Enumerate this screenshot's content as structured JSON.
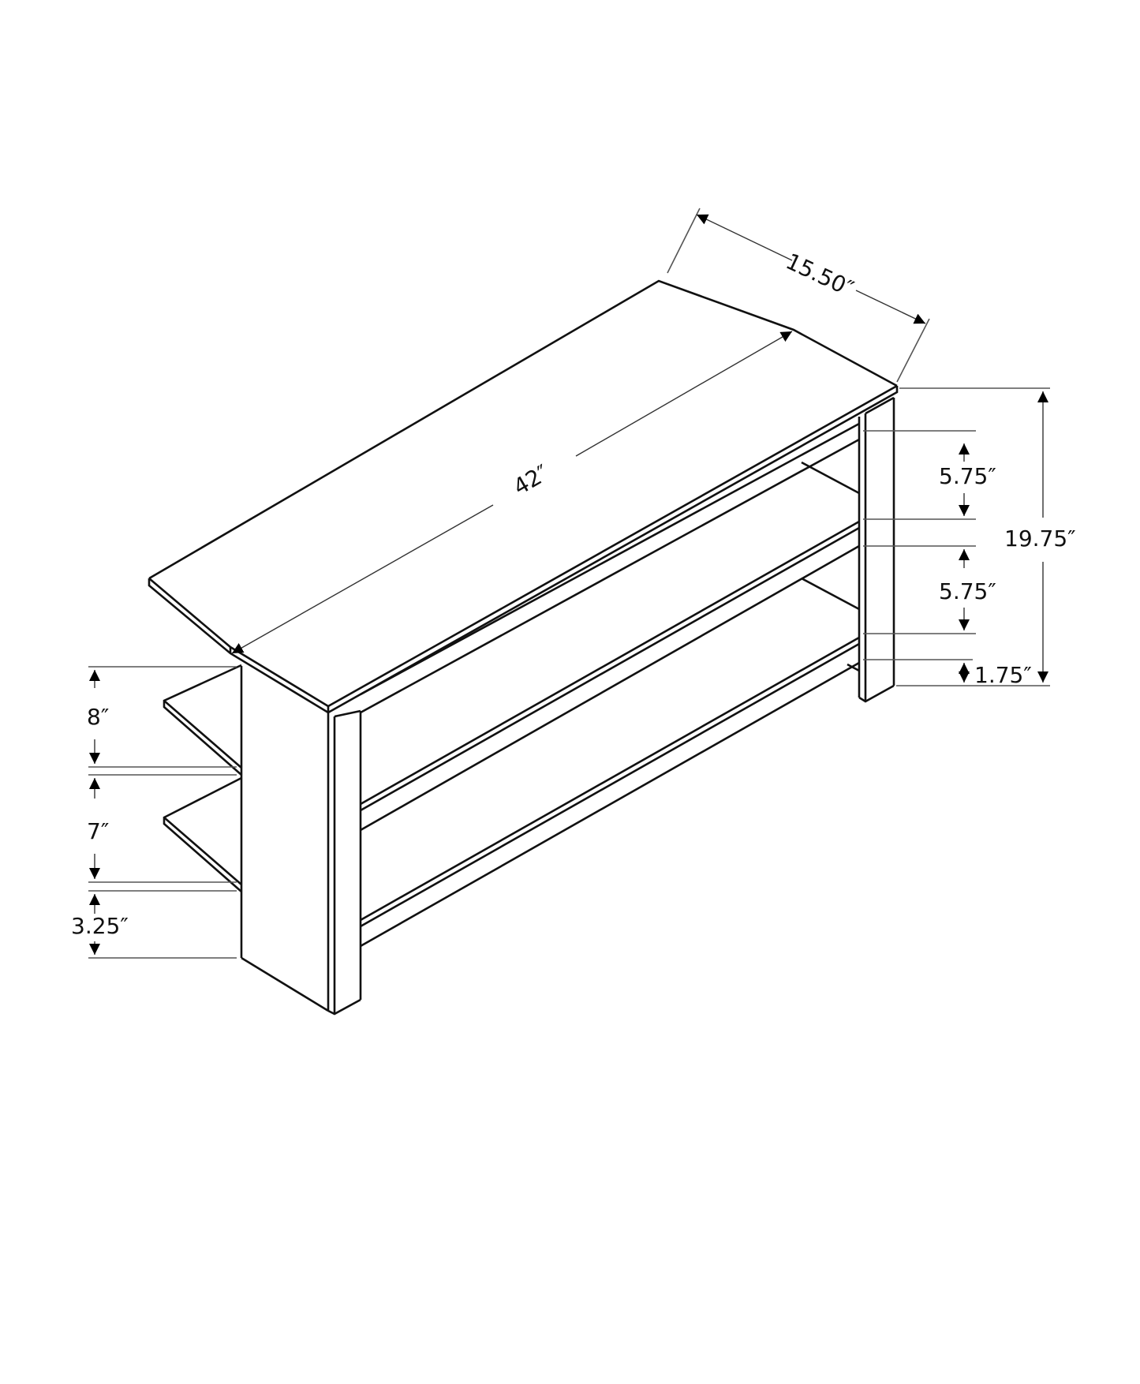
{
  "diagram": {
    "subject": "Corner TV stand with shelves",
    "type": "isometric dimension drawing",
    "colors": {
      "line": "#111111",
      "background": "#ffffff"
    }
  },
  "dimensions": {
    "depth": "15.50″",
    "width": "42″",
    "total_height": "19.75″",
    "right_shelf_gap_top": "5.75″",
    "right_shelf_gap_middle": "5.75″",
    "right_bottom_clearance": "1.75″",
    "left_shelf_gap_top": "8″",
    "left_shelf_gap_middle": "7″",
    "left_bottom_clearance": "3.25″"
  }
}
